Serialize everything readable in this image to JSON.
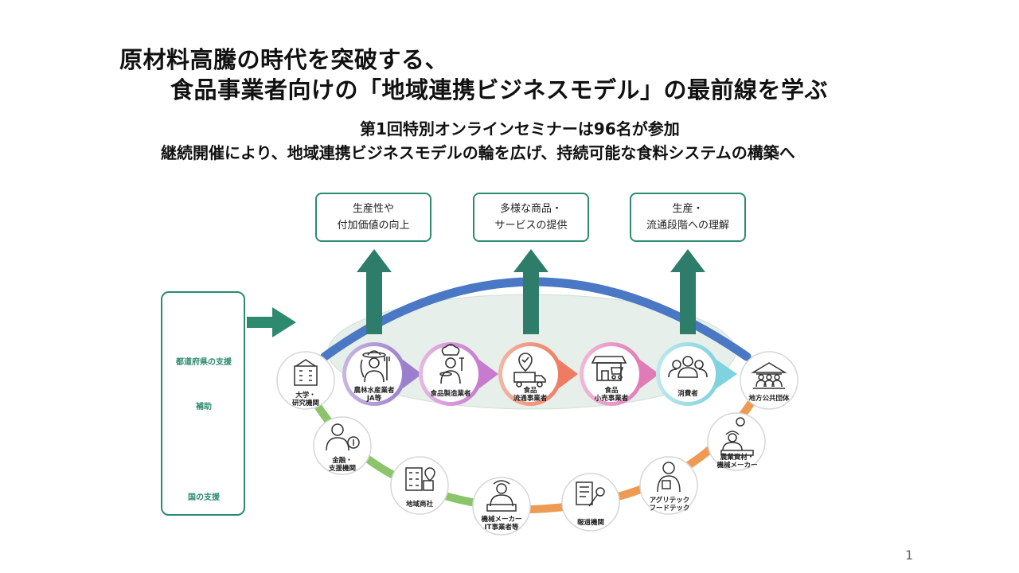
{
  "title": {
    "line1": "原材料高騰の時代を突破する、",
    "line2": "食品事業者向けの「地域連携ビジネスモデル」の最前線を学ぶ"
  },
  "subtitle": {
    "line1": "第1回特別オンラインセミナーは96名が参加",
    "line2": "継続開催により、地域連携ビジネスモデルの輪を広げ、持続可能な食料システムの構築へ"
  },
  "outcomes": [
    {
      "line1": "生産性や",
      "line2": "付加価値の向上"
    },
    {
      "line1": "多様な商品・",
      "line2": "サービスの提供"
    },
    {
      "line1": "生産・",
      "line2": "流通段階への理解"
    }
  ],
  "government": {
    "prefecture": "都道府県の支援",
    "subsidy": "補助",
    "national": "国の支援"
  },
  "chain": [
    {
      "line1": "農林水産業者",
      "line2": "JA等",
      "icon": "farmer-icon"
    },
    {
      "line1": "食品製造業者",
      "line2": "",
      "icon": "chef-icon"
    },
    {
      "line1": "食品",
      "line2": "流通事業者",
      "icon": "delivery-truck-icon"
    },
    {
      "line1": "食品",
      "line2": "小売事業者",
      "icon": "store-cart-icon"
    },
    {
      "line1": "消費者",
      "line2": "",
      "icon": "people-icon"
    }
  ],
  "stakeholders": {
    "university": {
      "line1": "大学・",
      "line2": "研究機関",
      "icon": "university-icon"
    },
    "finance": {
      "line1": "金融・",
      "line2": "支援機関",
      "icon": "finance-person-icon"
    },
    "trading": {
      "line1": "地域商社",
      "line2": "",
      "icon": "building-pin-icon"
    },
    "machinery_it": {
      "line1": "機械メーカー",
      "line2": "IT事業者等",
      "icon": "technician-icon"
    },
    "media": {
      "line1": "報道機関",
      "line2": "",
      "icon": "newspaper-mic-icon"
    },
    "agritech": {
      "line1": "アグリテック",
      "line2": "フードテック",
      "icon": "scientist-icon"
    },
    "materials": {
      "line1": "農業資材・",
      "line2": "機械メーカー",
      "icon": "factory-worker-icon"
    },
    "local_gov": {
      "line1": "地方公共団体",
      "line2": "",
      "icon": "city-hall-icon"
    }
  },
  "page_number": "1",
  "colors": {
    "teal": "#2d8a6e",
    "blue_arc": "#4a78c4",
    "green_arc": "#8bc46b",
    "orange_arc": "#ef9a52",
    "ellipse_fill": "#e6efe9"
  }
}
